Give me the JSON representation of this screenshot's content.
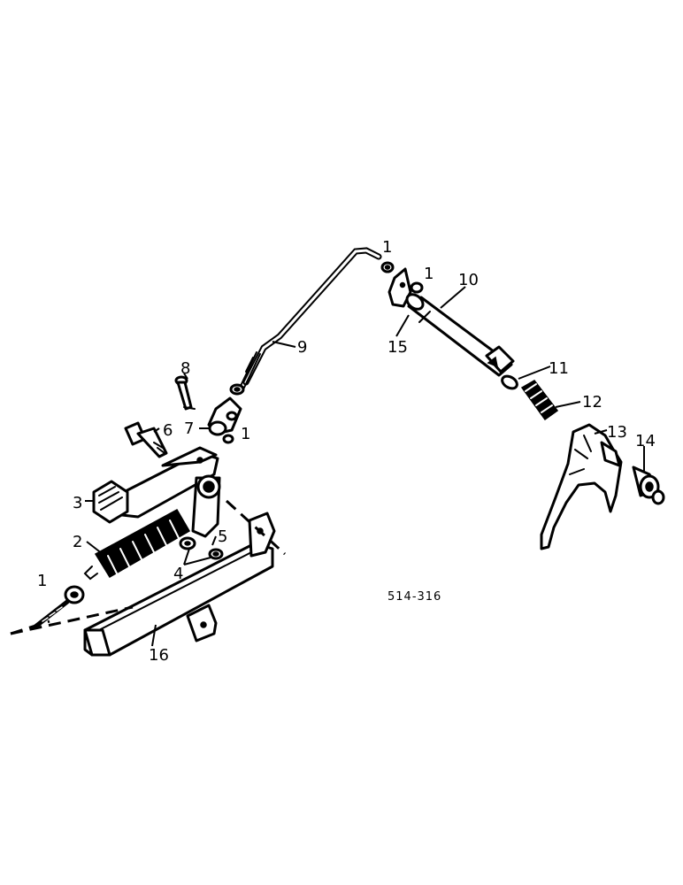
{
  "diagram_code": "514-316",
  "callouts": {
    "c1a": "1",
    "c1b": "1",
    "c1c": "1",
    "c1d": "1",
    "c2": "2",
    "c3": "3",
    "c4": "4",
    "c5": "5",
    "c6": "6",
    "c7": "7",
    "c8": "8",
    "c9": "9",
    "c10": "10",
    "c11": "11",
    "c12": "12",
    "c13": "13",
    "c14": "14",
    "c15": "15",
    "c16": "16"
  }
}
